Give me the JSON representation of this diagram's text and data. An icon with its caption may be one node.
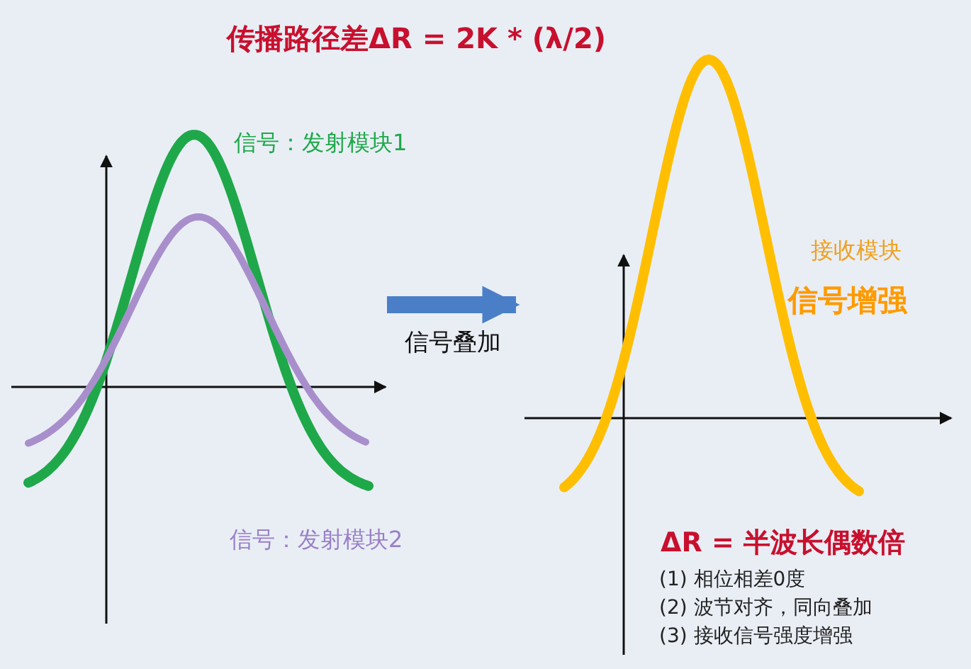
{
  "diagram": {
    "title": "传播路径差ΔR = 2K * (λ/2)",
    "nodes": [
      {
        "text": [],
        "shape": "picture"
      },
      {
        "text": [],
        "shape": "picture"
      }
    ],
    "edges": [
      {
        "from": 0,
        "to": 1,
        "arrow": "to",
        "label": "信号叠加"
      }
    ],
    "labels": [
      "信号：发射模块1",
      "接收模块",
      "信号增强",
      "信号：发射模块2",
      "ΔR = 半波长偶数倍",
      "(1) 相位相差0度",
      "(2) 波节对齐，同向叠加",
      "(3) 接收信号强度增强"
    ]
  }
}
